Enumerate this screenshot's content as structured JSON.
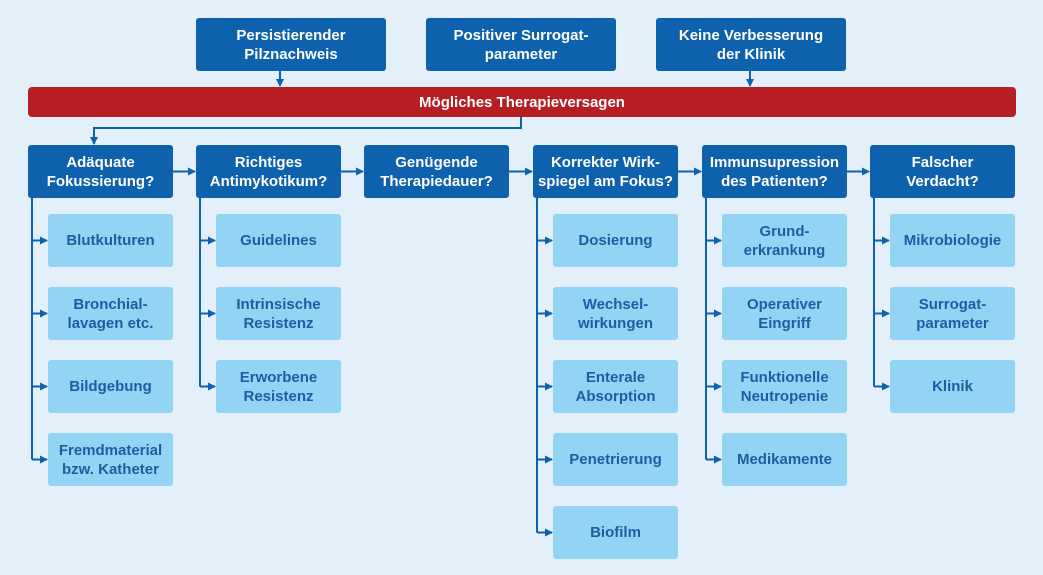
{
  "top_boxes": [
    "Persistierender\nPilznachweis",
    "Positiver Surrogat-\nparameter",
    "Keine Verbesserung\nder Klinik"
  ],
  "central_bar": "Mögliches Therapieversagen",
  "columns": [
    {
      "header": "Adäquate\nFokussierung?",
      "items": [
        "Blutkulturen",
        "Bronchial-\nlavagen etc.",
        "Bildgebung",
        "Fremdmaterial\nbzw. Katheter"
      ]
    },
    {
      "header": "Richtiges\nAntimykotikum?",
      "items": [
        "Guidelines",
        "Intrinsische\nResistenz",
        "Erworbene\nResistenz"
      ]
    },
    {
      "header": "Genügende\nTherapiedauer?",
      "items": []
    },
    {
      "header": "Korrekter Wirk-\nspiegel am Fokus?",
      "items": [
        "Dosierung",
        "Wechsel-\nwirkungen",
        "Enterale\nAbsorption",
        "Penetrierung",
        "Biofilm"
      ]
    },
    {
      "header": "Immunsupression\ndes Patienten?",
      "items": [
        "Grund-\nerkrankung",
        "Operativer\nEingriff",
        "Funktionelle\nNeutropenie",
        "Medikamente"
      ]
    },
    {
      "header": "Falscher\nVerdacht?",
      "items": [
        "Mikrobiologie",
        "Surrogat-\nparameter",
        "Klinik"
      ]
    }
  ],
  "colors": {
    "background": "#e4f0f9",
    "primary_box": "#0e62ad",
    "central_bar": "#b71e23",
    "child_box": "#93d4f4",
    "child_text": "#1f5da3",
    "connector": "#0e62ad"
  }
}
